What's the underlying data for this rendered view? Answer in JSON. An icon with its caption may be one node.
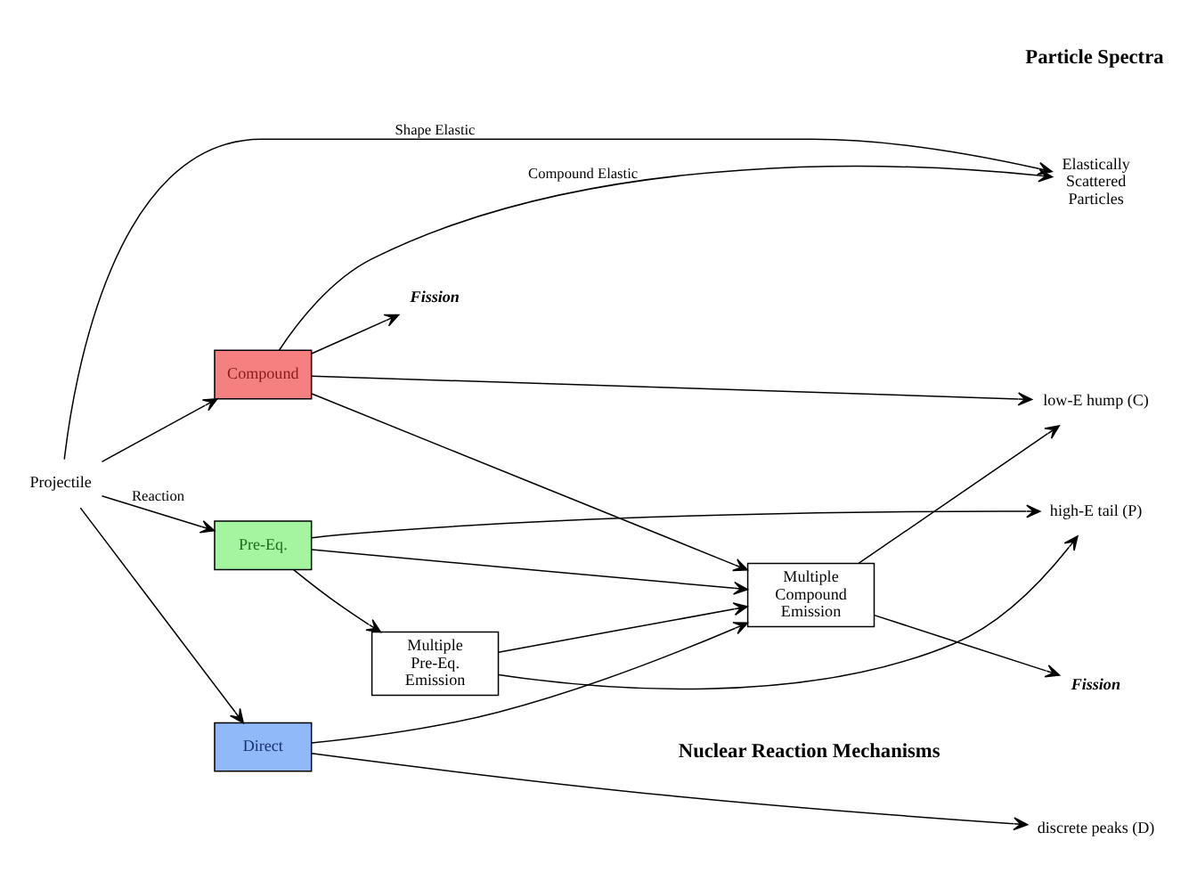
{
  "diagram": {
    "nodes": [
      {
        "text": [
          "Projectile"
        ]
      },
      {
        "text": [
          "Elastically Scattered Particles"
        ]
      },
      {
        "text": [
          "Compound"
        ]
      },
      {
        "text": [
          "Pre-Eq."
        ]
      },
      {
        "text": [
          "Direct"
        ]
      },
      {
        "text": [
          "Multiple Compound Emission"
        ]
      },
      {
        "text": [
          "Multiple Pre-Eq. Emission"
        ]
      },
      {
        "text": [
          "Fission"
        ]
      },
      {
        "text": [
          "Fission"
        ]
      },
      {
        "text": [
          "low-E hump (C)"
        ]
      },
      {
        "text": [
          "high-E tail (P)"
        ]
      },
      {
        "text": [
          "discrete peaks (D)"
        ]
      }
    ],
    "edges": [
      {
        "from": 0,
        "to": 1,
        "arrow": "to",
        "label": "Shape Elastic"
      },
      {
        "from": 2,
        "to": 1,
        "arrow": "to",
        "label": "Compound Elastic"
      },
      {
        "from": 0,
        "to": 2,
        "arrow": "to"
      },
      {
        "from": 0,
        "to": 3,
        "arrow": "to",
        "label": "Reaction"
      },
      {
        "from": 0,
        "to": 4,
        "arrow": "to"
      },
      {
        "from": 2,
        "to": 7,
        "arrow": "to"
      },
      {
        "from": 5,
        "to": 8,
        "arrow": "to"
      },
      {
        "from": 2,
        "to": 5,
        "arrow": "to"
      },
      {
        "from": 6,
        "to": 5,
        "arrow": "to"
      },
      {
        "from": 3,
        "to": 5,
        "arrow": "to"
      },
      {
        "from": 4,
        "to": 5,
        "arrow": "to"
      },
      {
        "from": 3,
        "to": 6,
        "arrow": "to"
      },
      {
        "from": 5,
        "to": 9,
        "arrow": "to"
      },
      {
        "from": 2,
        "to": 9,
        "arrow": "to"
      },
      {
        "from": 6,
        "to": 10,
        "arrow": "to"
      },
      {
        "from": 3,
        "to": 10,
        "arrow": "to"
      },
      {
        "from": 4,
        "to": 11,
        "arrow": "to"
      }
    ],
    "labels": [
      "Nuclear Reaction Mechanisms",
      "Particle Spectra"
    ]
  }
}
